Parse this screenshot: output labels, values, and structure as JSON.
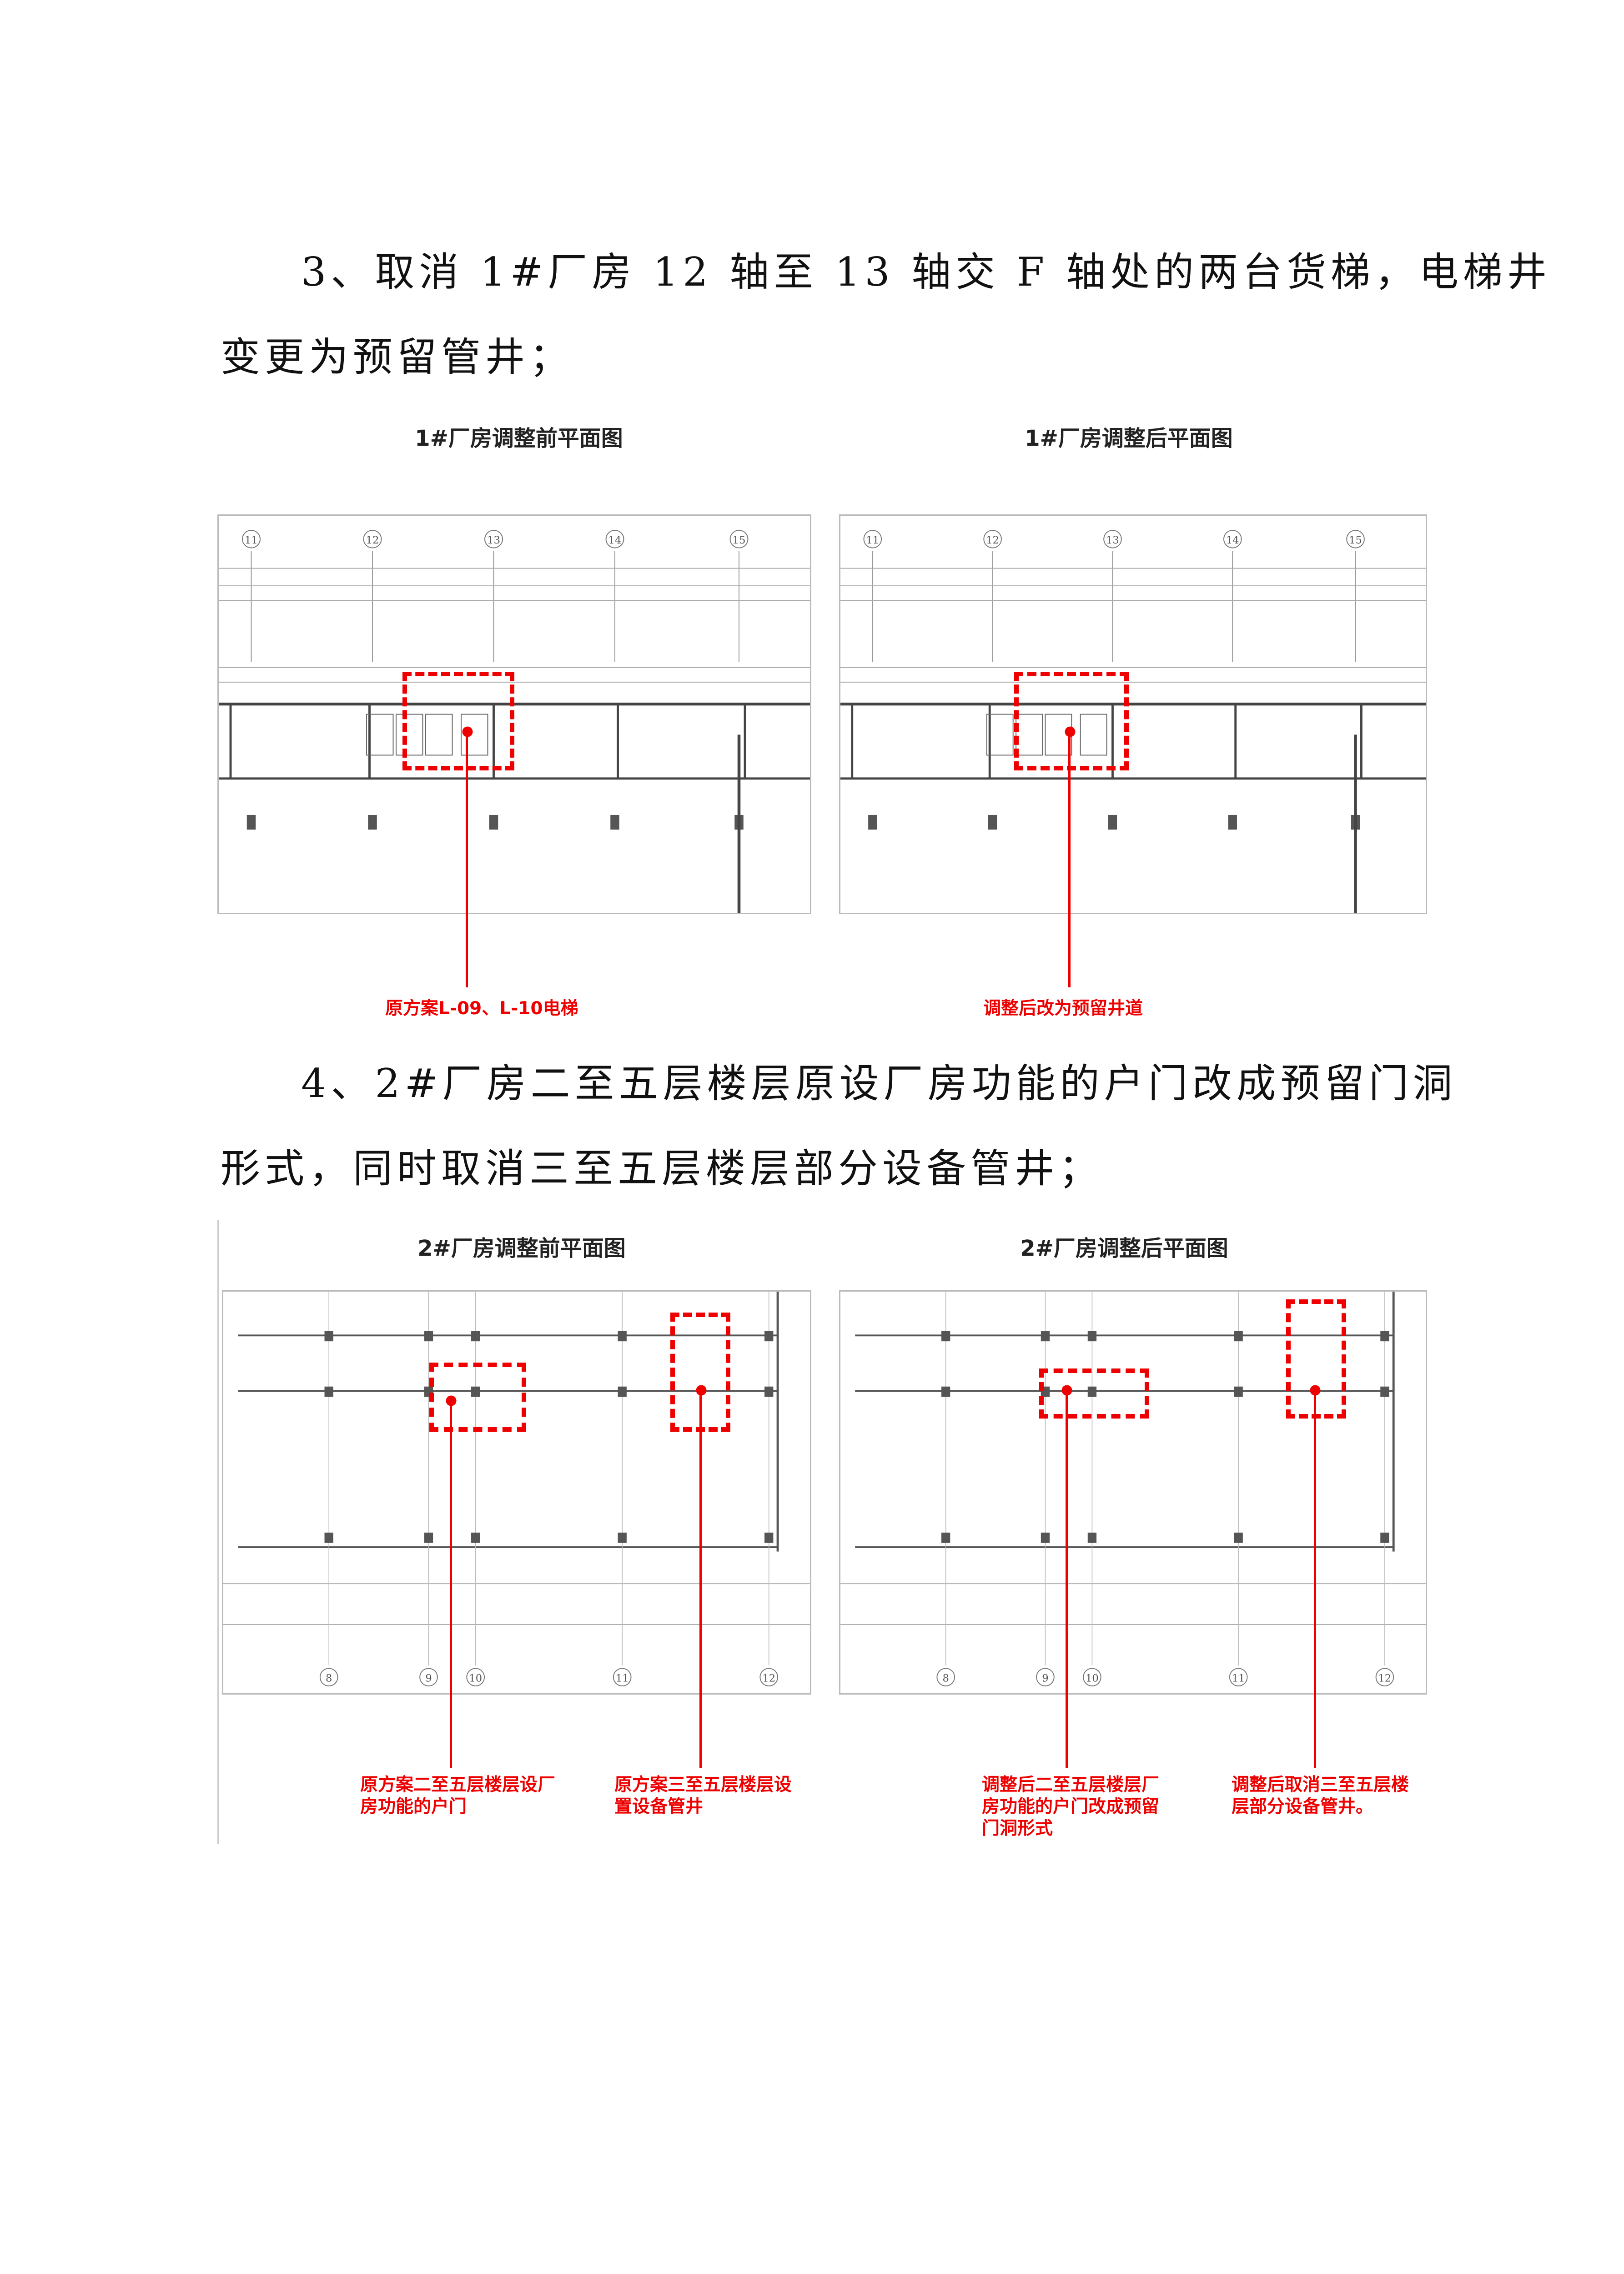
{
  "item3": {
    "line1": "3、取消 1#厂房 12 轴至 13 轴交 F 轴处的两台货梯，电梯井",
    "line2": "变更为预留管井；"
  },
  "fig1": {
    "before_title": "1#厂房调整前平面图",
    "after_title": "1#厂房调整后平面图",
    "axes": [
      "11",
      "12",
      "13",
      "14",
      "15"
    ],
    "before_note": "原方案L-09、L-10电梯",
    "after_note": "调整后改为预留井道"
  },
  "item4": {
    "line1": "4、2#厂房二至五层楼层原设厂房功能的户门改成预留门洞",
    "line2": "形式，同时取消三至五层楼层部分设备管井；"
  },
  "fig2": {
    "before_title": "2#厂房调整前平面图",
    "after_title": "2#厂房调整后平面图",
    "axes": [
      "8",
      "9",
      "10",
      "11",
      "12"
    ],
    "before_note_1_l1": "原方案二至五层楼层设厂",
    "before_note_1_l2": "房功能的户门",
    "before_note_2_l1": "原方案三至五层楼层设",
    "before_note_2_l2": "置设备管井",
    "after_note_1_l1": "调整后二至五层楼层厂",
    "after_note_1_l2": "房功能的户门改成预留",
    "after_note_1_l3": "门洞形式",
    "after_note_2_l1": "调整后取消三至五层楼",
    "after_note_2_l2": "层部分设备管井。"
  },
  "colors": {
    "accent": "#e00000"
  }
}
